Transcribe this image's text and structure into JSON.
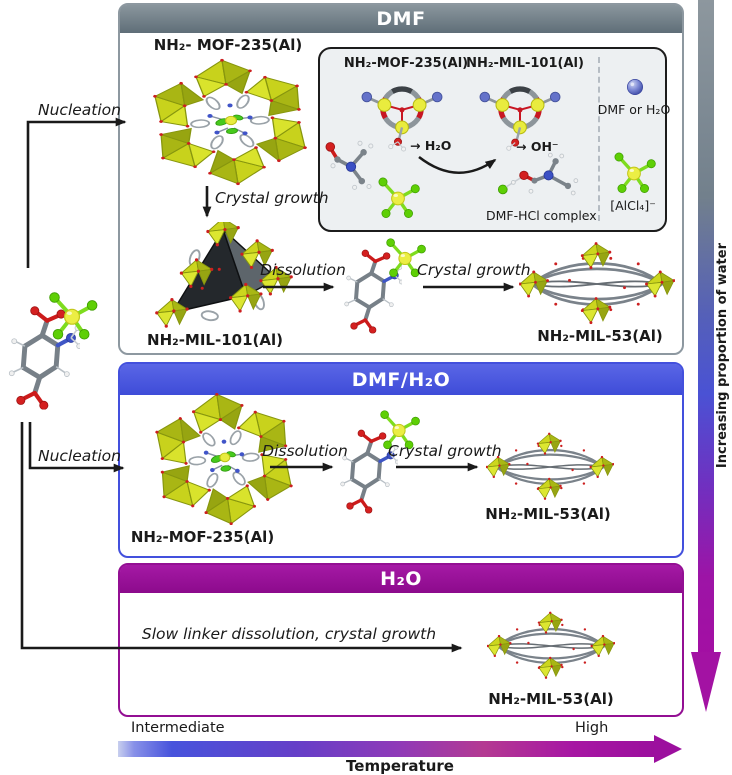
{
  "colors": {
    "dmf_header": "#71808a",
    "dmf_h2o_header": "#4a58e0",
    "h2o_header": "#970e97",
    "arrow_blue": "#4753dc",
    "arrow_magenta": "#a00fa2"
  },
  "flow": {
    "nucleation_top": "Nucleation",
    "nucleation_mid": "Nucleation"
  },
  "panel_dmf": {
    "title": "DMF",
    "mof235_label": "NH₂- MOF-235(Al)",
    "crystal_growth_label": "Crystal growth",
    "mil101_label": "NH₂-MIL-101(Al)",
    "dissolution_label": "Dissolution",
    "crystal_growth2_label": "Crystal growth",
    "mil53_label": "NH₂-MIL-53(Al)",
    "inset": {
      "mof235_label": "NH₂-MOF-235(Al)",
      "mil101_label": "NH₂-MIL-101(Al)",
      "water_release_label": "→ H₂O",
      "hydroxide_label": "→ OH⁻",
      "dmf_hcl_label": "DMF-HCl complex",
      "dmf_or_water_label": "DMF or H₂O",
      "alcl4_label": "[AlCl₄]⁻"
    }
  },
  "panel_dmf_h2o": {
    "title": "DMF/H₂O",
    "mof235_label": "NH₂-MOF-235(Al)",
    "dissolution_label": "Dissolution",
    "crystal_growth_label": "Crystal growth",
    "mil53_label": "NH₂-MIL-53(Al)"
  },
  "panel_h2o": {
    "title": "H₂O",
    "process_label": "Slow linker dissolution, crystal growth",
    "mil53_label": "NH₂-MIL-53(Al)"
  },
  "temperature_axis": {
    "left_tick": "Intermediate",
    "right_tick": "High",
    "label": "Temperature"
  },
  "water_axis": {
    "label": "Increasing proportion of water"
  }
}
